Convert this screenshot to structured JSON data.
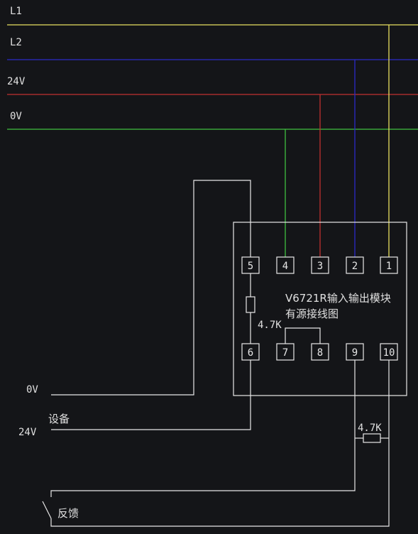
{
  "bus": [
    {
      "label": "L1",
      "color": "#e8e060"
    },
    {
      "label": "L2",
      "color": "#2a2ac8"
    },
    {
      "label": "24V",
      "color": "#c03030"
    },
    {
      "label": "0V",
      "color": "#40c040"
    }
  ],
  "module": {
    "title_line1": "V6721R输入输出模块",
    "title_line2": "有源接线图"
  },
  "terminals": [
    "5",
    "4",
    "3",
    "2",
    "1",
    "6",
    "7",
    "8",
    "9",
    "10"
  ],
  "resistor_inner": "4.7K",
  "resistor_outer": "4.7K",
  "device": {
    "ov_label": "0V",
    "device_label": "设备",
    "v24_label": "24V"
  },
  "feedback_label": "反馈"
}
